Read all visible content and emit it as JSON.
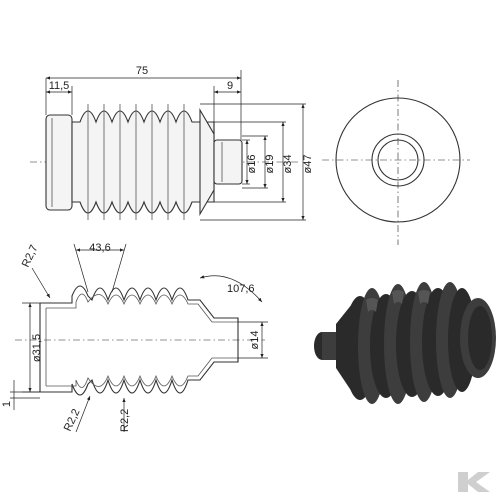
{
  "top_view": {
    "dims": {
      "overall_length": "75",
      "flange_length": "11,5",
      "nozzle_length": "9",
      "d16": "ø16",
      "d19": "ø19",
      "d34": "ø34",
      "d47": "ø47"
    }
  },
  "section_view": {
    "dims": {
      "radius_top": "R2,7",
      "pitch": "43,6",
      "angle": "107,6",
      "d31_5": "ø31,5",
      "d14": "ø14",
      "thickness": "1",
      "radius_bottom_a": "R2,2",
      "radius_bottom_b": "R2,2"
    }
  },
  "logo": {
    "glyph": "K"
  },
  "colors": {
    "line": "#333333",
    "rubber": "#2a2a2a",
    "logo": "#cfcfcf"
  }
}
